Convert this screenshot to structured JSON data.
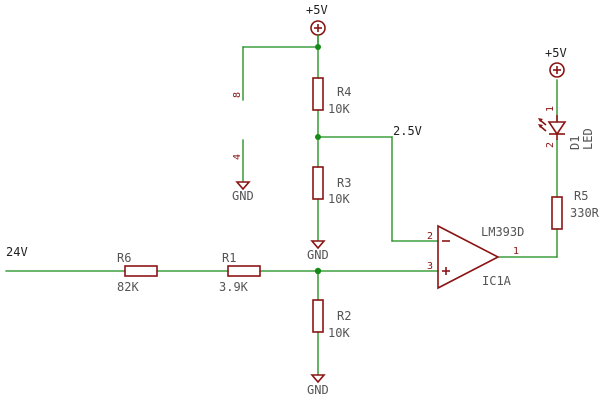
{
  "supplies": {
    "vcc_top": "+5V",
    "vcc_led": "+5V"
  },
  "nets": {
    "input": "24V",
    "reference": "2.5V"
  },
  "grounds": {
    "gnd_ic": "GND",
    "gnd_r3": "GND",
    "gnd_r2": "GND"
  },
  "parts": {
    "r6": {
      "name": "R6",
      "value": "82K"
    },
    "r1": {
      "name": "R1",
      "value": "3.9K"
    },
    "r2": {
      "name": "R2",
      "value": "10K"
    },
    "r3": {
      "name": "R3",
      "value": "10K"
    },
    "r4": {
      "name": "R4",
      "value": "10K"
    },
    "r5": {
      "name": "R5",
      "value": "330R"
    },
    "d1": {
      "name": "D1",
      "value": "LED",
      "pin1": "1",
      "pin2": "2"
    },
    "ic": {
      "part": "LM393D",
      "name": "IC1A",
      "pin_inv": "2",
      "pin_noninv": "3",
      "pin_out": "1"
    },
    "ic_power": {
      "pin_vcc": "8",
      "pin_gnd": "4"
    }
  },
  "colors": {
    "wire": "#168a16",
    "part": "#8a1212",
    "label": "#555555"
  }
}
